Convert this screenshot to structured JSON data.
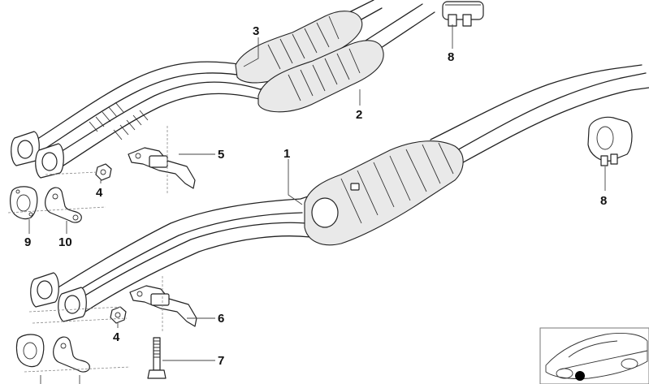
{
  "diagram": {
    "callouts": [
      {
        "id": "c3",
        "label": "3"
      },
      {
        "id": "c8a",
        "label": "8"
      },
      {
        "id": "c2",
        "label": "2"
      },
      {
        "id": "c1",
        "label": "1"
      },
      {
        "id": "c5",
        "label": "5"
      },
      {
        "id": "c4a",
        "label": "4"
      },
      {
        "id": "c9",
        "label": "9"
      },
      {
        "id": "c10",
        "label": "10"
      },
      {
        "id": "c8b",
        "label": "8"
      },
      {
        "id": "c6",
        "label": "6"
      },
      {
        "id": "c4b",
        "label": "4"
      },
      {
        "id": "c7",
        "label": "7"
      }
    ]
  }
}
